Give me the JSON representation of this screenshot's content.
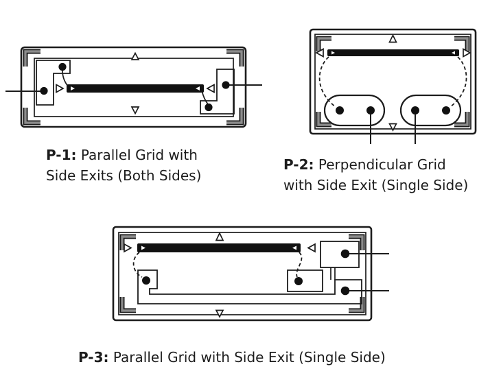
{
  "canvas": {
    "background": "#ffffff",
    "ink": "#1c1c1c",
    "bracket_gray": "#8c8c8c",
    "busbar_black": "#111111"
  },
  "captions": {
    "p1": {
      "prefix": "P-1:",
      "line1": "Parallel Grid with",
      "line2": "Side Exits (Both Sides)"
    },
    "p2": {
      "prefix": "P-2:",
      "line1": "Perpendicular Grid",
      "line2": "with Side Exit (Single Side)"
    },
    "p3": {
      "prefix": "P-3:",
      "line1": "Parallel Grid with Side Exit (Single Side)"
    }
  }
}
